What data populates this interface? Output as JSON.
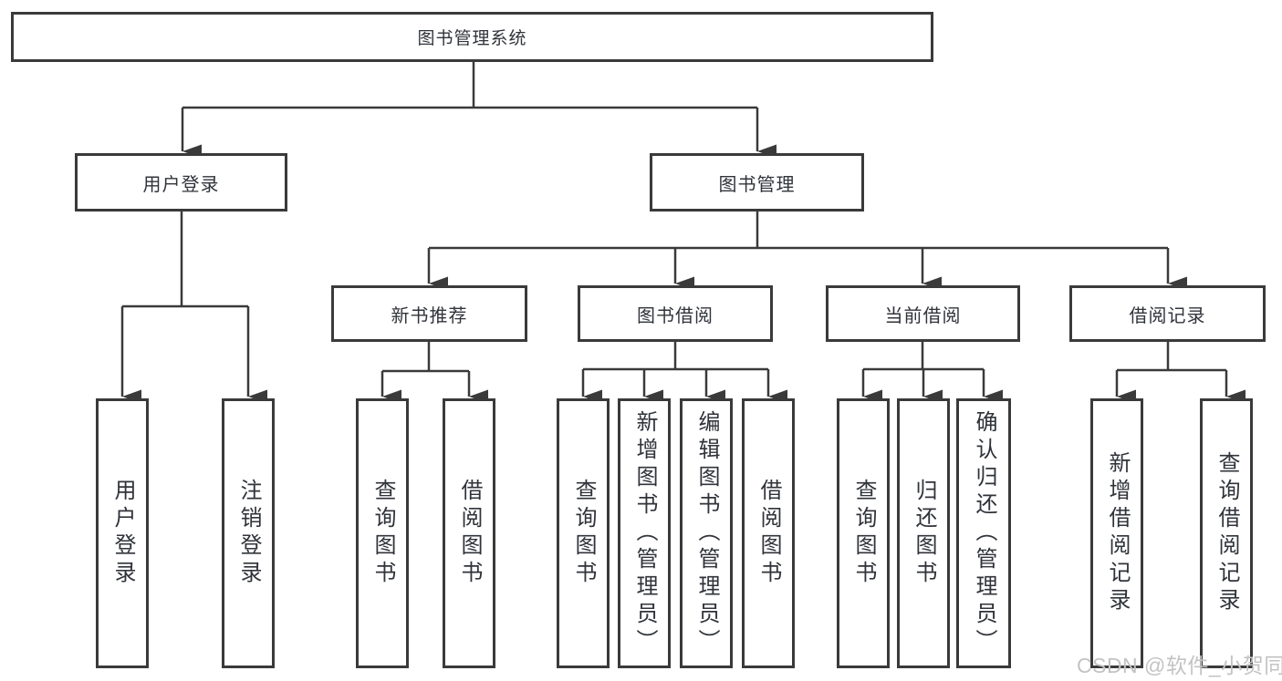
{
  "colors": {
    "line": "#3a3a3a",
    "box_border": "#3a3a3a",
    "text": "#30333a",
    "background": "#ffffff",
    "watermark": "#c3c3c3"
  },
  "watermark": "CSDN @软件_小贺同学",
  "tree": {
    "root": {
      "label": "图书管理系统",
      "children": [
        {
          "label": "用户登录",
          "children": [
            {
              "label": "用户登录"
            },
            {
              "label": "注销登录"
            }
          ]
        },
        {
          "label": "图书管理",
          "children": [
            {
              "label": "新书推荐",
              "children": [
                {
                  "label": "查询图书"
                },
                {
                  "label": "借阅图书"
                }
              ]
            },
            {
              "label": "图书借阅",
              "children": [
                {
                  "label": "查询图书"
                },
                {
                  "label": "新增图书（管理员）"
                },
                {
                  "label": "编辑图书（管理员）"
                },
                {
                  "label": "借阅图书"
                }
              ]
            },
            {
              "label": "当前借阅",
              "children": [
                {
                  "label": "查询图书"
                },
                {
                  "label": "归还图书"
                },
                {
                  "label": "确认归还（管理员）"
                }
              ]
            },
            {
              "label": "借阅记录",
              "children": [
                {
                  "label": "新增借阅记录"
                },
                {
                  "label": "查询借阅记录"
                }
              ]
            }
          ]
        }
      ]
    }
  }
}
